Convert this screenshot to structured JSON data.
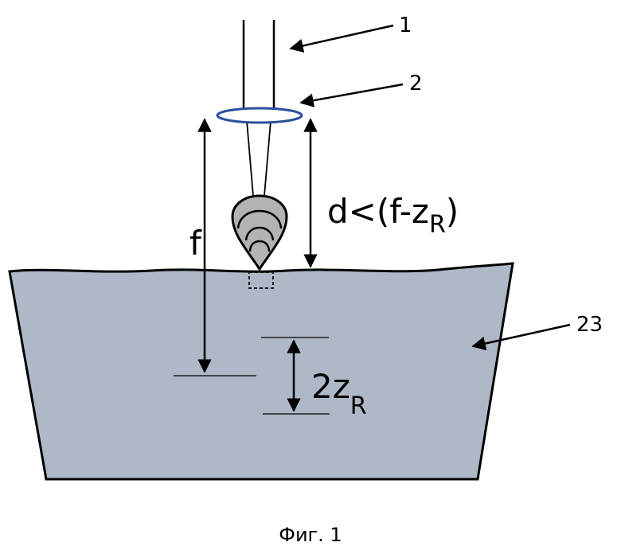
{
  "labels": {
    "beam_number": "1",
    "lens_number": "2",
    "liquid_number": "23",
    "focal_length": "f",
    "distance_prefix": "d<(f-z",
    "distance_subscript": "R",
    "distance_suffix": ")",
    "rayleigh_prefix": "2z",
    "rayleigh_subscript": "R"
  },
  "caption": "Фиг. 1",
  "colors": {
    "liquid_fill": "#aeb8c7",
    "lens_stroke": "#2b4f9e",
    "bubble_fill": "#b3b3b3",
    "line": "#000000"
  }
}
